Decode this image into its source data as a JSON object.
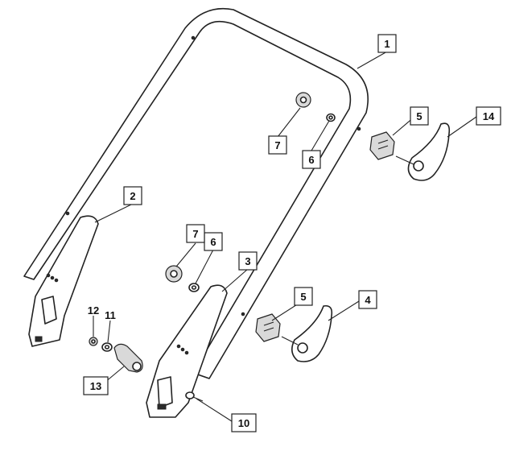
{
  "callouts": [
    {
      "id": "c1",
      "label": "1"
    },
    {
      "id": "c2",
      "label": "2"
    },
    {
      "id": "c3",
      "label": "3"
    },
    {
      "id": "c4",
      "label": "4"
    },
    {
      "id": "c5a",
      "label": "5"
    },
    {
      "id": "c5b",
      "label": "5"
    },
    {
      "id": "c6a",
      "label": "6"
    },
    {
      "id": "c6b",
      "label": "6"
    },
    {
      "id": "c7a",
      "label": "7"
    },
    {
      "id": "c7b",
      "label": "7"
    },
    {
      "id": "c10",
      "label": "10"
    },
    {
      "id": "c11",
      "label": "11"
    },
    {
      "id": "c12",
      "label": "12"
    },
    {
      "id": "c13",
      "label": "13"
    },
    {
      "id": "c14",
      "label": "14"
    }
  ]
}
